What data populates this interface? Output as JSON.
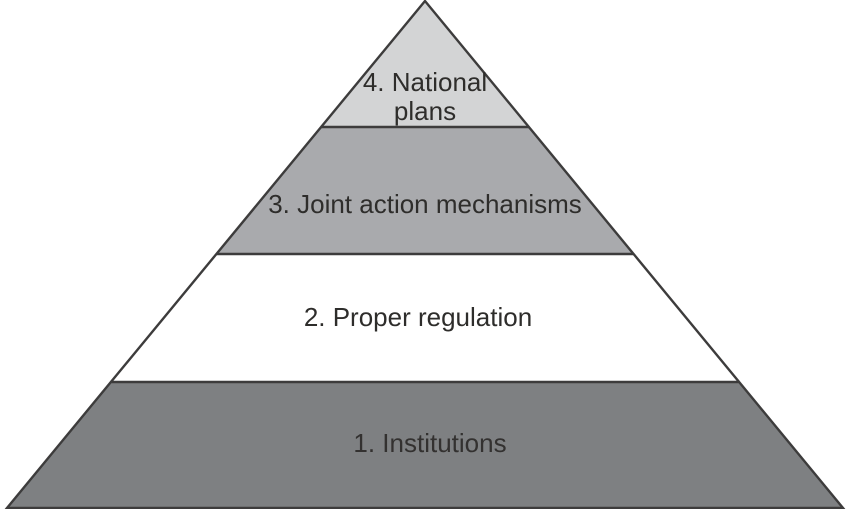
{
  "diagram": {
    "type": "pyramid",
    "levels": [
      {
        "rank": "4",
        "label": "4. National plans",
        "color": "#d3d4d5",
        "text_color": "#2e2d2b"
      },
      {
        "rank": "3",
        "label": "3. Joint action mechanisms",
        "color": "#a9aaad",
        "text_color": "#2e2d2b"
      },
      {
        "rank": "2",
        "label": "2. Proper regulation",
        "color": "#ffffff",
        "text_color": "#2e2d2b"
      },
      {
        "rank": "1",
        "label": "1. Institutions",
        "color": "#7e8082",
        "text_color": "#333130"
      }
    ],
    "outline_color": "#3d3c3c"
  }
}
